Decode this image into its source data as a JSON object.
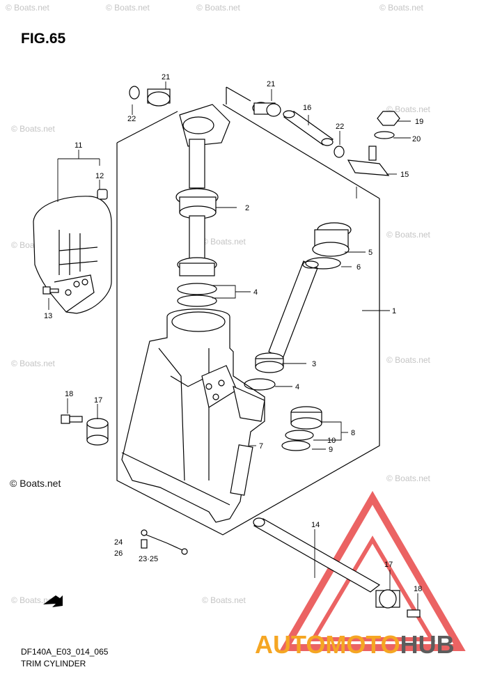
{
  "figure": {
    "title": "FIG.65",
    "code": "DF140A_E03_014_065",
    "name": "TRIM CYLINDER"
  },
  "watermark": {
    "text": "© Boats.net",
    "dark_text": "© Boats.net"
  },
  "brand": {
    "part1": "AUTOMOTO",
    "part2": "HUB",
    "accent_color": "#f5a623",
    "text_color": "#5c5c5c",
    "triangle_color": "#e84848"
  },
  "callouts": {
    "c1": "1",
    "c2": "2",
    "c3": "3",
    "c4a": "4",
    "c4b": "4",
    "c5": "5",
    "c6": "6",
    "c7": "7",
    "c8": "8",
    "c9": "9",
    "c10": "10",
    "c11": "11",
    "c12": "12",
    "c13": "13",
    "c14": "14",
    "c15": "15",
    "c16": "16",
    "c17a": "17",
    "c17b": "17",
    "c18a": "18",
    "c18b": "18",
    "c19": "19",
    "c20": "20",
    "c21a": "21",
    "c21b": "21",
    "c22a": "22",
    "c22b": "22",
    "c24": "24",
    "c26": "26",
    "c2325": "23·25"
  }
}
